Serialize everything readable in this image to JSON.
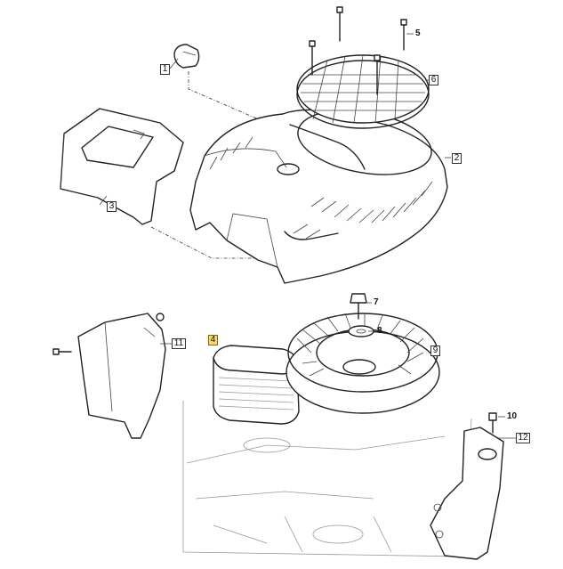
{
  "diagram": {
    "callouts": [
      {
        "id": "c1",
        "label": "1",
        "highlighted": false
      },
      {
        "id": "c2",
        "label": "2",
        "highlighted": false
      },
      {
        "id": "c3",
        "label": "3",
        "highlighted": false
      },
      {
        "id": "c4",
        "label": "4",
        "highlighted": true
      },
      {
        "id": "c5",
        "label": "5",
        "highlighted": false
      },
      {
        "id": "c6",
        "label": "6",
        "highlighted": false
      },
      {
        "id": "c7",
        "label": "7",
        "highlighted": false
      },
      {
        "id": "c8",
        "label": "8",
        "highlighted": false
      },
      {
        "id": "c9",
        "label": "9",
        "highlighted": false
      },
      {
        "id": "c10",
        "label": "10",
        "highlighted": false
      },
      {
        "id": "c11",
        "label": "11",
        "highlighted": false
      },
      {
        "id": "c12",
        "label": "12",
        "highlighted": false
      }
    ],
    "colors": {
      "line": "#222222",
      "highlight": "#f5d76e"
    }
  }
}
